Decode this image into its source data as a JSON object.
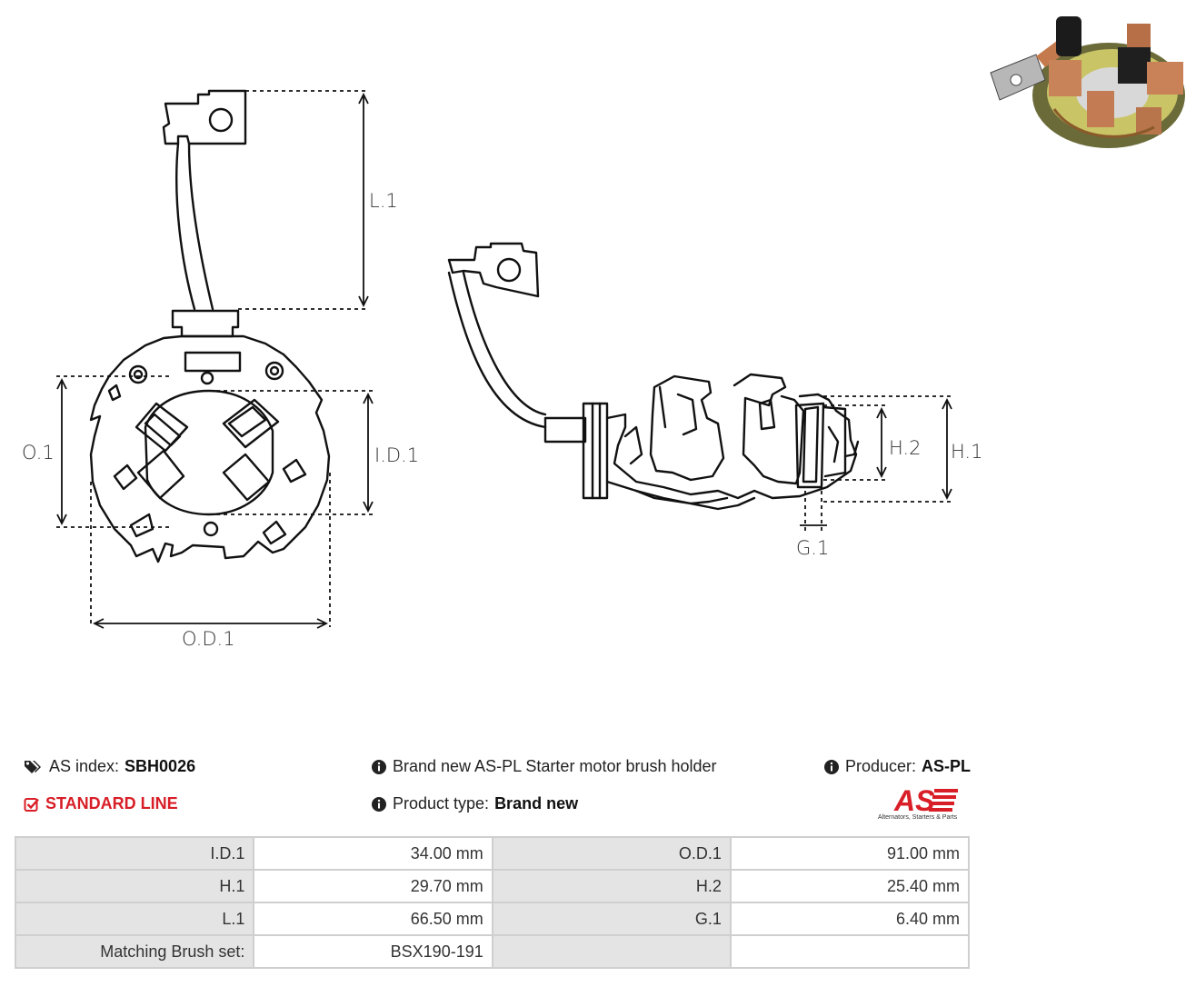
{
  "drawing": {
    "dims": {
      "L1": "L.1",
      "O1": "O.1",
      "ID1": "I.D.1",
      "OD1": "O.D.1",
      "H2": "H.2",
      "H1": "H.1",
      "G1": "G.1"
    }
  },
  "header": {
    "index_label": "AS index:",
    "index_value": "SBH0026",
    "line": "STANDARD LINE",
    "description": "Brand new AS-PL Starter motor brush holder",
    "product_type_label": "Product type:",
    "product_type_value": "Brand new",
    "producer_label": "Producer:",
    "producer_value": "AS-PL",
    "logo_text": "AS",
    "logo_tagline": "Alternators, Starters & Parts"
  },
  "specs": {
    "rows": [
      {
        "l1": "I.D.1",
        "v1": "34.00 mm",
        "l2": "O.D.1",
        "v2": "91.00 mm"
      },
      {
        "l1": "H.1",
        "v1": "29.70 mm",
        "l2": "H.2",
        "v2": "25.40 mm"
      },
      {
        "l1": "L.1",
        "v1": "66.50 mm",
        "l2": "G.1",
        "v2": "6.40 mm"
      },
      {
        "l1": "Matching Brush set:",
        "v1": "BSX190-191",
        "l2": "",
        "v2": ""
      }
    ]
  },
  "colors": {
    "accent_red": "#d81e26",
    "label_bg": "#e4e4e4",
    "border": "#cfcfcf"
  },
  "icons": [
    "tags-icon",
    "check-square-icon",
    "info-circle-icon"
  ]
}
